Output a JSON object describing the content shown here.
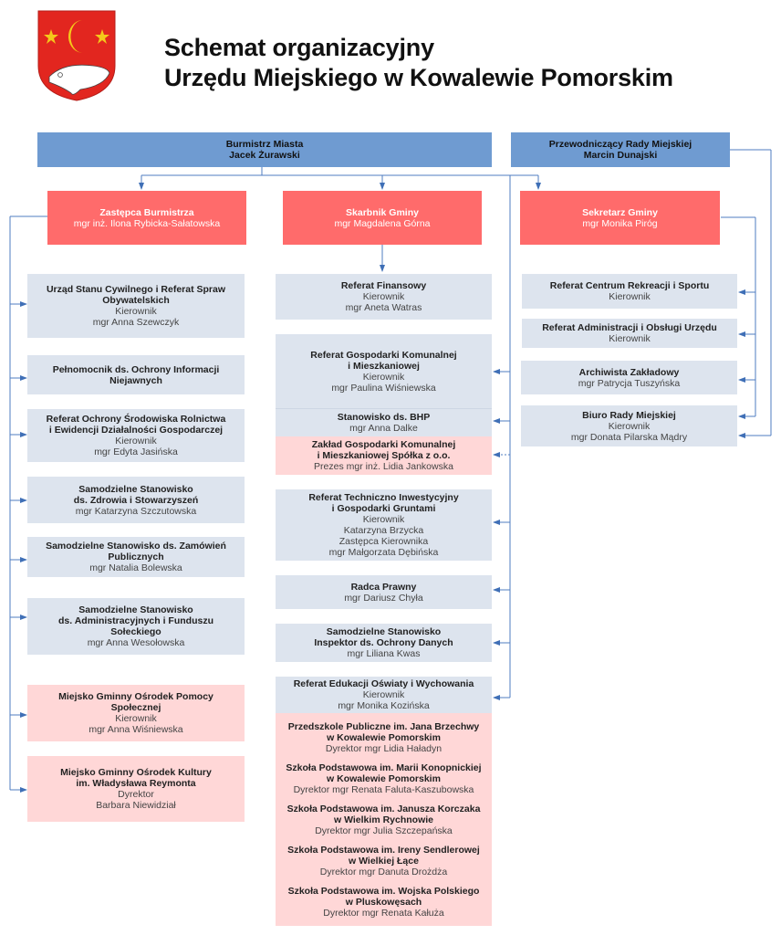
{
  "header": {
    "title_line1": "Schemat organizacyjny",
    "title_line2": "Urzędu Miejskiego w Kowalewie Pomorskim",
    "crest_icon": "coat-of-arms-icon"
  },
  "colors": {
    "top_level": "#6f9bd1",
    "deputy_level": "#ff6b6b",
    "unit": "#dde4ee",
    "subordinate_entity": "#ffd7d7",
    "connector": "#4472c4"
  },
  "top": {
    "burmistrz": {
      "title": "Burmistrz Miasta",
      "name": "Jacek Żurawski"
    },
    "przewodniczacy": {
      "title": "Przewodniczący Rady Miejskiej",
      "name": "Marcin Dunajski"
    }
  },
  "deputies": {
    "zastepca": {
      "title": "Zastępca Burmistrza",
      "name": "mgr inż. Ilona Rybicka-Sałatowska"
    },
    "skarbnik": {
      "title": "Skarbnik Gminy",
      "name": "mgr Magdalena Górna"
    },
    "sekretarz": {
      "title": "Sekretarz Gminy",
      "name": "mgr Monika Piróg"
    }
  },
  "left": [
    {
      "title1": "Urząd Stanu Cywilnego i Referat Spraw",
      "title2": "Obywatelskich",
      "role": "Kierownik",
      "name": "mgr Anna Szewczyk"
    },
    {
      "title1": "Pełnomocnik ds. Ochrony Informacji",
      "title2": "Niejawnych"
    },
    {
      "title1": "Referat Ochrony Środowiska Rolnictwa",
      "title2": "i Ewidencji Działalności Gospodarczej",
      "role": "Kierownik",
      "name": "mgr Edyta Jasińska"
    },
    {
      "title1": "Samodzielne Stanowisko",
      "title2": "ds. Zdrowia i Stowarzyszeń",
      "name": "mgr Katarzyna Szczutowska"
    },
    {
      "title1": "Samodzielne Stanowisko ds. Zamówień",
      "title2": "Publicznych",
      "name": "mgr Natalia Bolewska"
    },
    {
      "title1": "Samodzielne Stanowisko",
      "title2": "ds. Administracyjnych i Funduszu Sołeckiego",
      "name": "mgr Anna Wesołowska"
    },
    {
      "title1": "Miejsko Gminny Ośrodek Pomocy Społecznej",
      "role": "Kierownik",
      "name": "mgr Anna Wiśniewska"
    },
    {
      "title1": "Miejsko Gminny Ośrodek Kultury",
      "title2": "im. Władysława Reymonta",
      "role": "Dyrektor",
      "name": "Barbara Niewidział"
    }
  ],
  "middle": [
    {
      "title1": "Referat Finansowy",
      "role": "Kierownik",
      "name": "mgr Aneta Watras"
    },
    {
      "title1": "Referat Gospodarki Komunalnej",
      "title2": "i Mieszkaniowej",
      "role": "Kierownik",
      "name": "mgr Paulina Wiśniewska"
    },
    {
      "title1": "Stanowisko ds. BHP",
      "name": "mgr Anna Dalke"
    },
    {
      "title1": "Zakład Gospodarki Komunalnej",
      "title2": "i Mieszkaniowej Spółka z o.o.",
      "name": "Prezes mgr inż. Lidia Jankowska"
    },
    {
      "title1": "Referat Techniczno Inwestycyjny",
      "title2": "i Gospodarki Gruntami",
      "role": "Kierownik",
      "name": "Katarzyna Brzycka",
      "role2": "Zastępca Kierownika",
      "name2": "mgr Małgorzata Dębińska"
    },
    {
      "title1": "Radca Prawny",
      "name": "mgr Dariusz Chyła"
    },
    {
      "title1": "Samodzielne Stanowisko",
      "title2": "Inspektor ds. Ochrony Danych",
      "name": "mgr Liliana Kwas"
    },
    {
      "title1": "Referat Edukacji Oświaty i Wychowania",
      "role": "Kierownik",
      "name": "mgr Monika Kozińska"
    }
  ],
  "schools": [
    {
      "title1": "Przedszkole Publiczne im. Jana Brzechwy",
      "title2": "w Kowalewie Pomorskim",
      "name": "Dyrektor mgr Lidia Haładyn"
    },
    {
      "title1": "Szkoła Podstawowa im. Marii Konopnickiej",
      "title2": "w Kowalewie Pomorskim",
      "name": "Dyrektor mgr Renata Faluta-Kaszubowska"
    },
    {
      "title1": "Szkoła Podstawowa im. Janusza Korczaka",
      "title2": "w Wielkim Rychnowie",
      "name": "Dyrektor mgr Julia Szczepańska"
    },
    {
      "title1": "Szkoła Podstawowa im. Ireny Sendlerowej",
      "title2": "w Wielkiej Łące",
      "name": "Dyrektor mgr Danuta Drożdża"
    },
    {
      "title1": "Szkoła Podstawowa im. Wojska Polskiego",
      "title2": "w Pluskowęsach",
      "name": "Dyrektor mgr Renata Kałuża"
    }
  ],
  "right": [
    {
      "title1": "Referat Centrum Rekreacji i Sportu",
      "role": "Kierownik"
    },
    {
      "title1": "Referat Administracji i Obsługi Urzędu",
      "role": "Kierownik"
    },
    {
      "title1": "Archiwista Zakładowy",
      "name": "mgr Patrycja Tuszyńska"
    },
    {
      "title1": "Biuro Rady Miejskiej",
      "role": "Kierownik",
      "name": "mgr Donata Pilarska Mądry"
    }
  ]
}
